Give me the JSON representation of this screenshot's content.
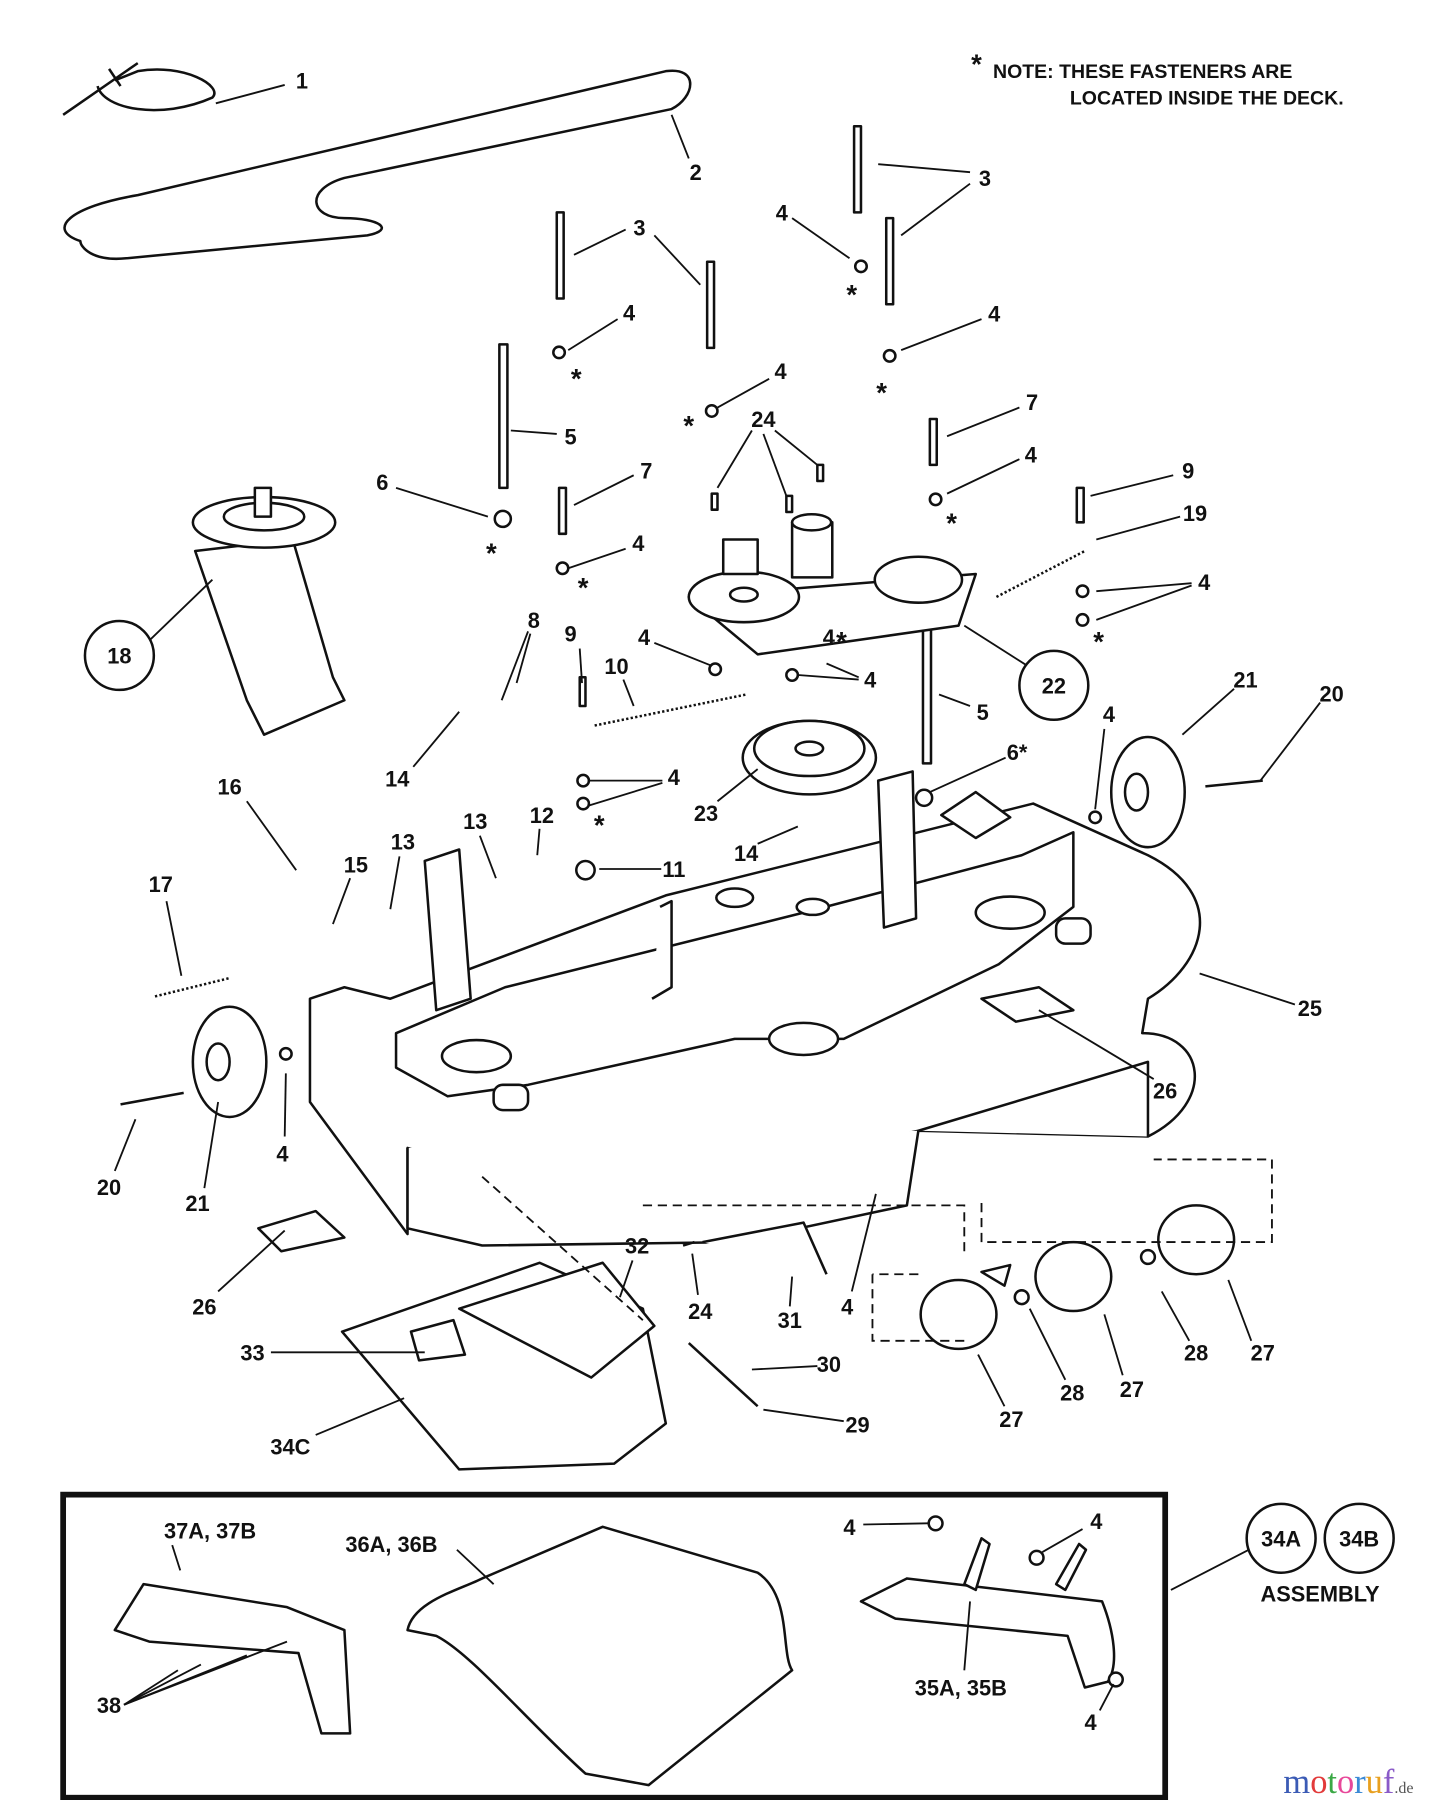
{
  "note": {
    "asterisk": "*",
    "line1": "NOTE: THESE FASTENERS ARE",
    "line2": "LOCATED INSIDE THE DECK."
  },
  "callouts": [
    "1",
    "2",
    "3",
    "3",
    "4",
    "4",
    "4",
    "4",
    "5",
    "6",
    "7",
    "24",
    "7",
    "4",
    "9",
    "19",
    "4",
    "4",
    "18",
    "22",
    "4",
    "4",
    "4",
    "8",
    "9",
    "10",
    "5",
    "21",
    "20",
    "4",
    "6*",
    "14",
    "23",
    "4",
    "14",
    "16",
    "17",
    "15",
    "13",
    "13",
    "12",
    "11",
    "25",
    "26",
    "20",
    "21",
    "4",
    "26",
    "32",
    "24",
    "31",
    "4",
    "33",
    "34C",
    "30",
    "29",
    "27",
    "28",
    "27",
    "28",
    "27",
    "37A, 37B",
    "36A, 36B",
    "38",
    "4",
    "4",
    "35A, 35B",
    "4",
    "34A",
    "34B"
  ],
  "circled_callouts": [
    "18",
    "22",
    "34A",
    "34B"
  ],
  "fastener_marker": "*",
  "assembly_label": "ASSEMBLY",
  "watermark": {
    "text": "motoruf",
    "suffix": ".de",
    "colors": [
      "#3b5bb5",
      "#e23a3a",
      "#3aa845",
      "#e8489a",
      "#3b8ad6",
      "#e8a020",
      "#8a5ac8"
    ]
  }
}
